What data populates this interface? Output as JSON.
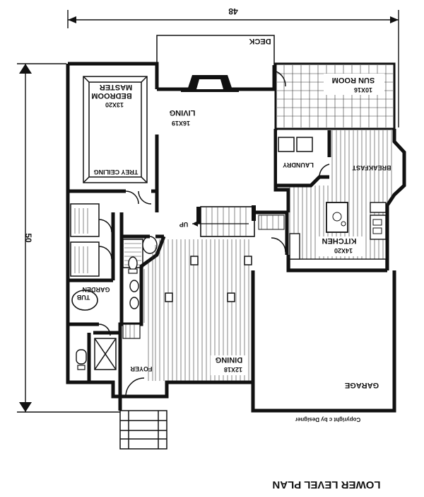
{
  "plan_title": "LOWER LEVEL PLAN",
  "dimensions": {
    "width_label": "48",
    "depth_label": "50"
  },
  "rooms": {
    "deck": {
      "name": "DECK"
    },
    "master_bedroom": {
      "name_line1": "MASTER",
      "name_line2": "BEDROOM",
      "size": "13X20"
    },
    "trey_ceiling": {
      "name": "TREY CEILING"
    },
    "living": {
      "name": "LIVING",
      "size": "16X19"
    },
    "sun_room": {
      "name": "SUN ROOM",
      "size": "10X16"
    },
    "laundry": {
      "name": "LAUNDRY"
    },
    "breakfast": {
      "name": "BREAKFAST"
    },
    "kitchen": {
      "name": "KITCHEN",
      "size": "14X20"
    },
    "stair": {
      "label": "UP"
    },
    "garden_tub": {
      "name_line1": "GARDEN",
      "name_line2": "TUB"
    },
    "dining": {
      "name": "DINING",
      "size": "12X18"
    },
    "foyer": {
      "name": "FOYER"
    },
    "garage": {
      "name": "GARAGE"
    }
  },
  "copyright": "Copyright  c  by Designer"
}
